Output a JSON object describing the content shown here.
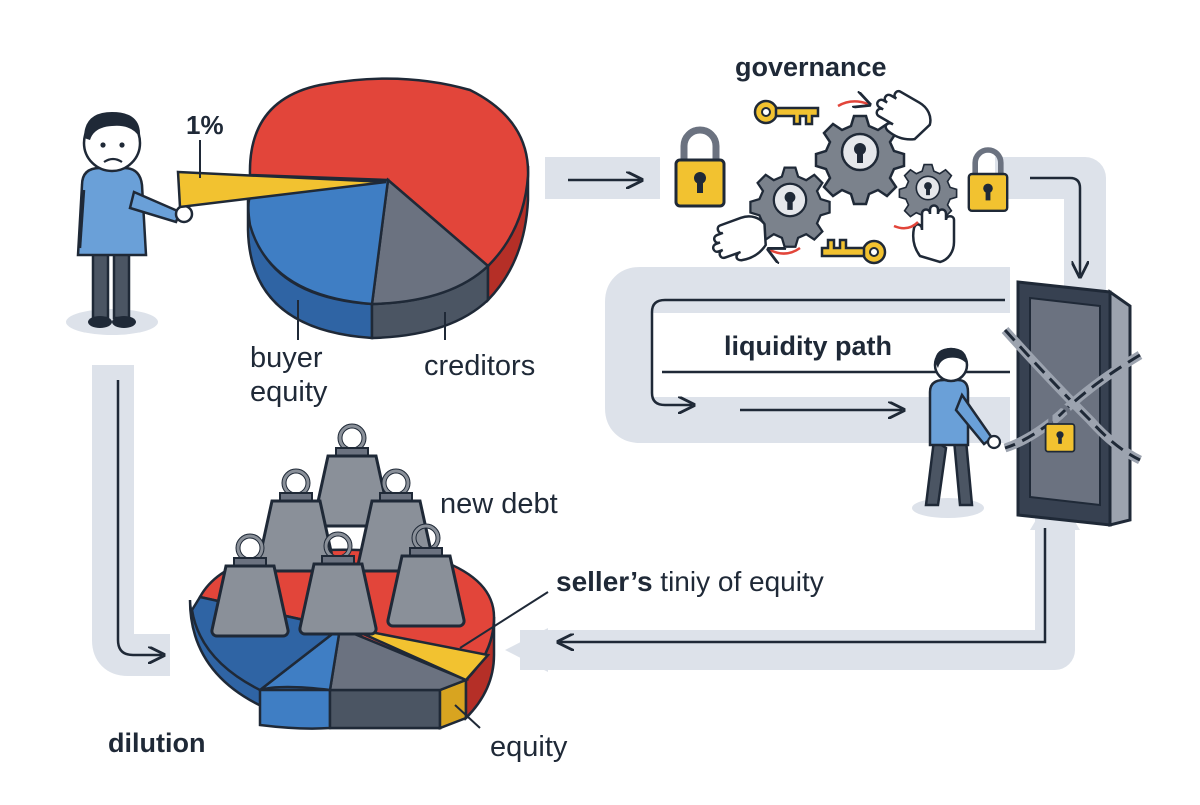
{
  "labels": {
    "governance": "governance",
    "one_percent": "1%",
    "buyer_equity_line1": "buyer",
    "buyer_equity_line2": "equity",
    "creditors": "creditors",
    "liquidity_path": "liquidity path",
    "new_debt": "new debt",
    "seller_bold": "seller’s",
    "seller_rest": " tiniy of equity",
    "dilution": "dilution",
    "equity": "equity"
  },
  "colors": {
    "creditors_red": "#e2453a",
    "buyer_blue": "#3f7ec4",
    "debt_gray": "#6b7280",
    "seller_yellow": "#f2c230",
    "outline": "#1f2937",
    "flow_band": "#dde2ea",
    "person_shirt": "#6aa0d8"
  },
  "icons": [
    "unhappy-person-icon",
    "padlock-icon",
    "key-icon",
    "gear-icon",
    "hand-icon",
    "chained-door-icon",
    "walking-person-icon",
    "weight-icon",
    "arrow-icon"
  ]
}
